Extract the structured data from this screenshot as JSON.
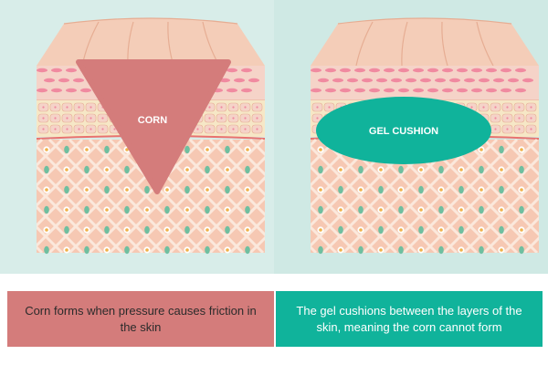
{
  "colors": {
    "panel_bg_left": "#d8ede9",
    "panel_bg_right": "#cfe9e4",
    "skin_top": "#f4cdb8",
    "skin_line": "#e6ad93",
    "skin_mid": "#f5d3c8",
    "cell_pink": "#f08aa0",
    "skin_band": "#f6e7c6",
    "fat_base": "#f6c8b3",
    "fat_light": "#fbe8dc",
    "fat_green": "#6fbfa0",
    "fat_orange": "#f0b24a",
    "corn_fill": "#d47c7b",
    "cushion_fill": "#10b39b",
    "caption_left_bg": "#d47c7b",
    "caption_right_bg": "#10b39b"
  },
  "left": {
    "shape_label": "CORN",
    "caption": "Corn forms when pressure causes friction in the skin"
  },
  "right": {
    "shape_label": "GEL CUSHION",
    "caption": "The gel cushions between the layers of the skin, meaning the corn cannot form"
  }
}
